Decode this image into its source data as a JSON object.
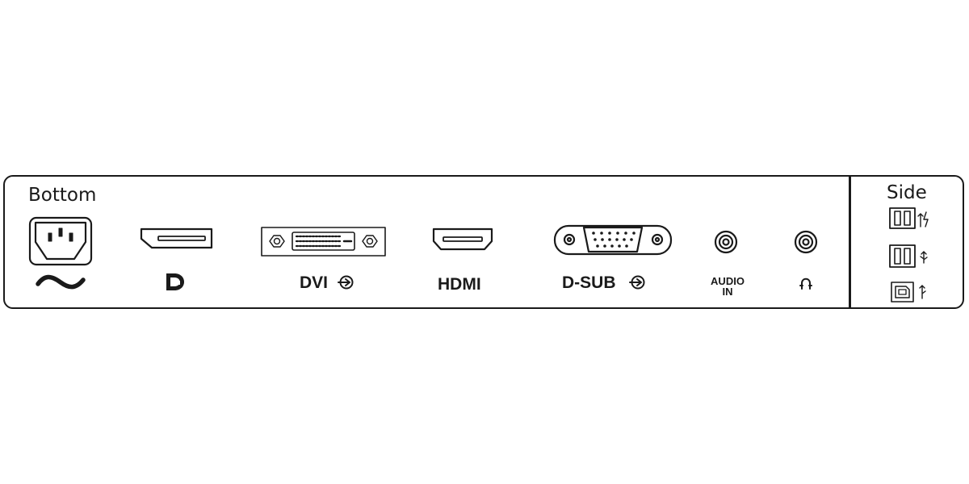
{
  "sections": {
    "bottom": "Bottom",
    "side": "Side"
  },
  "ports": {
    "dvi": "DVI",
    "hdmi": "HDMI",
    "dsub": "D-SUB",
    "audio_line1": "AUDIO",
    "audio_line2": "IN"
  },
  "icons": {
    "power": "ac-power-inlet-icon",
    "ac": "ac-tilde-icon",
    "displayport": "displayport-connector-icon",
    "dp_logo": "displayport-logo-icon",
    "dvi": "dvi-connector-icon",
    "hdmi": "hdmi-connector-icon",
    "dsub": "vga-dsub-connector-icon",
    "audio": "audio-jack-icon",
    "headphone": "headphone-jack-icon",
    "usb_a": "usb-a-connector-icon",
    "usb_b": "usb-b-connector-icon"
  },
  "colors": {
    "line": "#1a1a1a",
    "background": "#ffffff"
  }
}
